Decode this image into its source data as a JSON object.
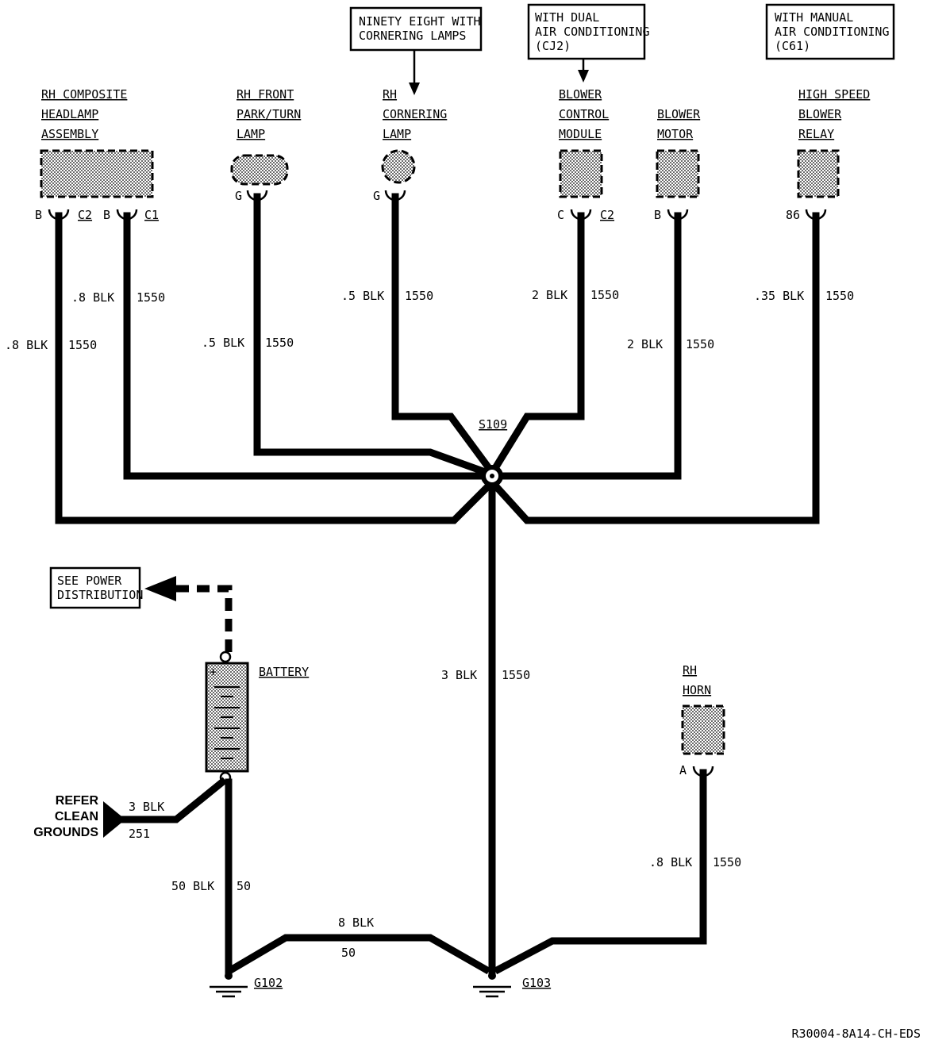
{
  "notes": {
    "ninety_eight": [
      "NINETY EIGHT WITH",
      "CORNERING LAMPS"
    ],
    "dual_ac": [
      "WITH DUAL",
      "AIR CONDITIONING",
      "(CJ2)"
    ],
    "manual_ac": [
      "WITH MANUAL",
      "AIR CONDITIONING",
      "(C61)"
    ],
    "power_distribution": [
      "SEE POWER",
      "DISTRIBUTION"
    ]
  },
  "components": {
    "headlamp": {
      "label": [
        "RH COMPOSITE",
        "HEADLAMP",
        "ASSEMBLY"
      ],
      "pins": [
        "B",
        "C2",
        "B",
        "C1"
      ]
    },
    "park_turn": {
      "label": [
        "RH FRONT",
        "PARK/TURN",
        "LAMP"
      ],
      "pin": "G"
    },
    "cornering": {
      "label": [
        "RH",
        "CORNERING",
        "LAMP"
      ],
      "pin": "G"
    },
    "blower_module": {
      "label": [
        "BLOWER",
        "CONTROL",
        "MODULE"
      ],
      "pins": [
        "C",
        "C2"
      ]
    },
    "blower_motor": {
      "label": [
        "BLOWER",
        "MOTOR"
      ],
      "pin": "B"
    },
    "relay": {
      "label": [
        "HIGH SPEED",
        "BLOWER",
        "RELAY"
      ],
      "pin": "86"
    },
    "battery": {
      "label": "BATTERY",
      "plus": "+"
    },
    "horn": {
      "label": [
        "RH",
        "HORN"
      ],
      "pin": "A"
    }
  },
  "wires": {
    "headlamp_b": {
      "gauge": ".8 BLK",
      "circuit": "1550"
    },
    "headlamp_c1": {
      "gauge": ".8 BLK",
      "circuit": "1550"
    },
    "park_turn": {
      "gauge": ".5 BLK",
      "circuit": "1550"
    },
    "cornering": {
      "gauge": ".5 BLK",
      "circuit": "1550"
    },
    "blower_module": {
      "gauge": "2 BLK",
      "circuit": "1550"
    },
    "blower_motor": {
      "gauge": "2 BLK",
      "circuit": "1550"
    },
    "relay": {
      "gauge": ".35 BLK",
      "circuit": "1550"
    },
    "splice_ground": {
      "gauge": "3 BLK",
      "circuit": "1550"
    },
    "horn": {
      "gauge": ".8 BLK",
      "circuit": "1550"
    },
    "clean_grounds": {
      "gauge": "3 BLK",
      "circuit": "251"
    },
    "battery_ground": {
      "gauge": "50 BLK",
      "circuit": "50"
    },
    "ground_link": {
      "gauge": "8 BLK",
      "circuit": "50"
    }
  },
  "splice": "S109",
  "grounds": {
    "left": "G102",
    "right": "G103"
  },
  "refer_clean": [
    "REFER",
    "CLEAN",
    "GROUNDS"
  ],
  "figure_id": "R30004-8A14-CH-EDS"
}
